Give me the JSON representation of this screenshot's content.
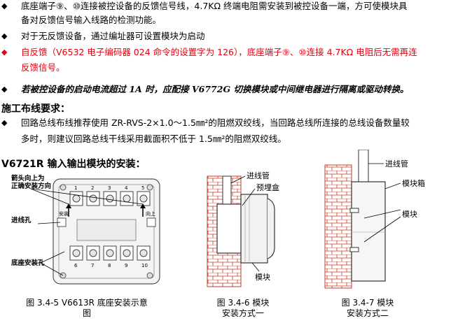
{
  "paragraphs": {
    "p1_line1": "底座端子⑨、⑩连接被控设备的反馈信号线，4.7KΩ 终端电阻需安装到被控设备一端，方可使模块具",
    "p1_line2": "备对反馈信号输入线路的检测功能。",
    "p2": "对于无反馈设备，通过编址器可设置模块为启动",
    "p3_line1": "自反馈（V6532 电子编码器 024 命令的设置字为 126），底座端子⑨、⑩连接 4.7KΩ 电阻后无需再连",
    "p3_line2": "反馈信号。",
    "p4": "若被控设备的启动电流超过 1A 时，应配接 V6772G 切换模块或中间继电器进行隔离或驱动转换。",
    "heading1": "施工布线要求：",
    "p5_line1": "回路总线布线推荐使用 ZR-RVS-2×1.0～1.5㎜²的阻燃双绞线，当回路总线所连接的总线设备数量较",
    "p5_line2": "多时，则建议回路总线干线采用截面积不低于 1.5㎜²的阻燃双绞线。",
    "heading2": "V6721R 输入输出模块的安装："
  },
  "bullet_symbol": "◆",
  "colors": {
    "red_text": "#e3000f",
    "hatch": "#c0392b"
  },
  "figure1": {
    "label_arrow": "箭头向上为",
    "label_arrow2": "正确安装方向",
    "label_inlet": "进线孔",
    "label_base_hole": "底座安装孔",
    "label_mount": "安装",
    "label_up": "向上",
    "terminals_top": [
      "1",
      "2",
      "3",
      "4",
      "5"
    ],
    "terminals_bottom": [
      "6",
      "7",
      "8",
      "9",
      "10"
    ],
    "caption_line1": "图 3.4-5 V6613R 底座安装示意",
    "caption_line2": "图"
  },
  "figure2": {
    "label_pipe": "进线管",
    "label_box": "预埋盒",
    "label_module": "模块",
    "caption_line1": "图 3.4-6 模块",
    "caption_line2": "安装方式一"
  },
  "figure3": {
    "label_pipe": "进线管",
    "label_box": "模块箱",
    "label_module": "模块",
    "caption_line1": "图 3.4-7 模块",
    "caption_line2": "安装方式二"
  }
}
